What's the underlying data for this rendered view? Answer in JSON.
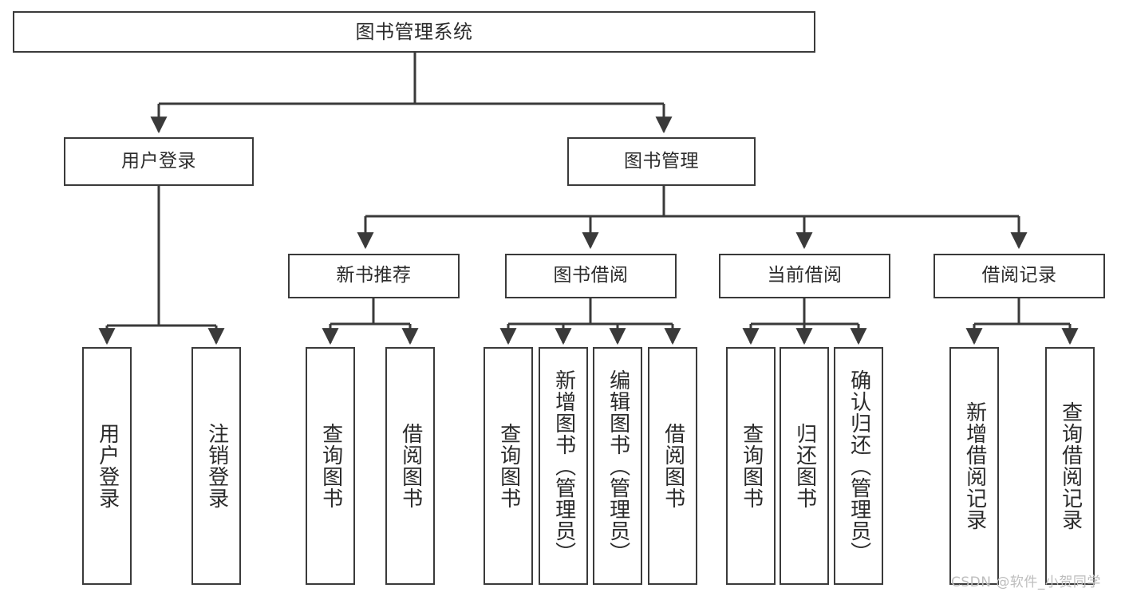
{
  "diagram": {
    "title": "图书管理系统",
    "watermark": "CSDN @软件_小贺同学",
    "line_color": "#3a3a3a",
    "text_color": "#2b2b2b",
    "background": "#ffffff",
    "levels": {
      "root": "图书管理系统",
      "level2": [
        "用户登录",
        "图书管理"
      ],
      "level3": [
        "新书推荐",
        "图书借阅",
        "当前借阅",
        "借阅记录"
      ]
    },
    "nodes": {
      "root": {
        "label": "图书管理系统"
      },
      "user_login": {
        "label": "用户登录"
      },
      "book_manage": {
        "label": "图书管理"
      },
      "new_book_rec": {
        "label": "新书推荐"
      },
      "book_borrow": {
        "label": "图书借阅"
      },
      "current_borrow": {
        "label": "当前借阅"
      },
      "borrow_record": {
        "label": "借阅记录"
      },
      "leaf_user_login": {
        "label": "用户登录"
      },
      "leaf_logout": {
        "label": "注销登录"
      },
      "leaf_query_book_1": {
        "label": "查询图书"
      },
      "leaf_borrow_book_1": {
        "label": "借阅图书"
      },
      "leaf_query_book_2": {
        "label": "查询图书"
      },
      "leaf_add_book": {
        "label": "新增图书（管理员）"
      },
      "leaf_edit_book": {
        "label": "编辑图书（管理员）"
      },
      "leaf_borrow_book_2": {
        "label": "借阅图书"
      },
      "leaf_query_book_3": {
        "label": "查询图书"
      },
      "leaf_return_book": {
        "label": "归还图书"
      },
      "leaf_confirm_return": {
        "label": "确认归还（管理员）"
      },
      "leaf_add_record": {
        "label": "新增借阅记录"
      },
      "leaf_query_record": {
        "label": "查询借阅记录"
      }
    },
    "edges": [
      {
        "from": "root",
        "to": "user_login"
      },
      {
        "from": "root",
        "to": "book_manage"
      },
      {
        "from": "user_login",
        "to": "leaf_user_login"
      },
      {
        "from": "user_login",
        "to": "leaf_logout"
      },
      {
        "from": "book_manage",
        "to": "new_book_rec"
      },
      {
        "from": "book_manage",
        "to": "book_borrow"
      },
      {
        "from": "book_manage",
        "to": "current_borrow"
      },
      {
        "from": "book_manage",
        "to": "borrow_record"
      },
      {
        "from": "new_book_rec",
        "to": "leaf_query_book_1"
      },
      {
        "from": "new_book_rec",
        "to": "leaf_borrow_book_1"
      },
      {
        "from": "book_borrow",
        "to": "leaf_query_book_2"
      },
      {
        "from": "book_borrow",
        "to": "leaf_add_book"
      },
      {
        "from": "book_borrow",
        "to": "leaf_edit_book"
      },
      {
        "from": "book_borrow",
        "to": "leaf_borrow_book_2"
      },
      {
        "from": "current_borrow",
        "to": "leaf_query_book_3"
      },
      {
        "from": "current_borrow",
        "to": "leaf_return_book"
      },
      {
        "from": "current_borrow",
        "to": "leaf_confirm_return"
      },
      {
        "from": "borrow_record",
        "to": "leaf_add_record"
      },
      {
        "from": "borrow_record",
        "to": "leaf_query_record"
      }
    ]
  }
}
